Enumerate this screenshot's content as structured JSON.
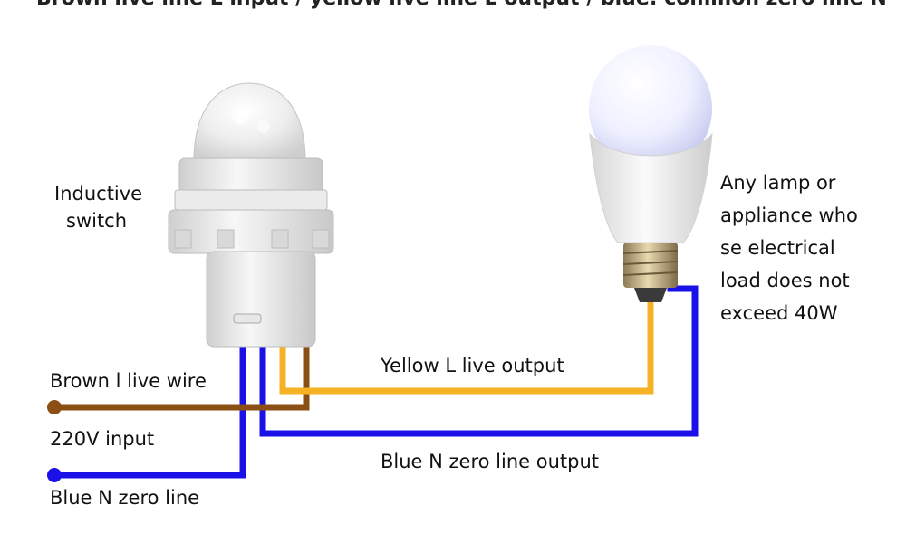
{
  "top_caption": "Brown live line L input / yellow live line L output / blue: common zero line N",
  "labels": {
    "switch_line1": "Inductive",
    "switch_line2": "switch",
    "lamp_line1": "Any lamp or",
    "lamp_line2": "appliance who",
    "lamp_line3": "se electrical",
    "lamp_line4": "load does not",
    "lamp_line5": "exceed 40W",
    "brown_wire": "Brown l live wire",
    "input_voltage": "220V input",
    "blue_zero": "Blue N zero line",
    "yellow_output": "Yellow L live output",
    "blue_output": "Blue N zero line output"
  },
  "colors": {
    "brown": "#8B4F14",
    "yellow": "#F4B224",
    "blue": "#1A10E8",
    "text": "#111111"
  }
}
